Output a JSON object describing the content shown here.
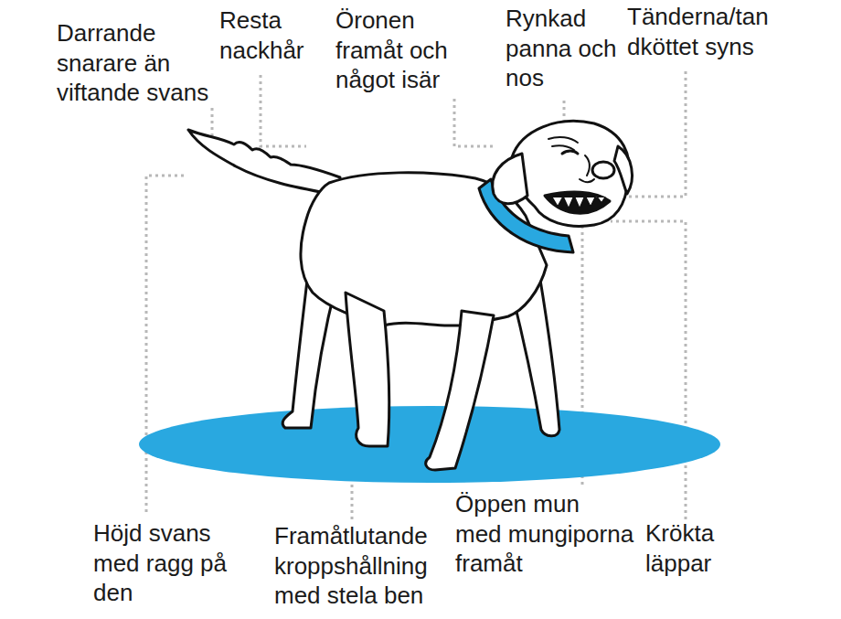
{
  "diagram": {
    "labels": [
      "Darrande snarare än viftande svans",
      "Resta nackhår",
      "Öronen framåt och något isär",
      "Rynkad panna och nos",
      "Tänderna/tandköttet syns",
      "Höjd svans med ragg på den",
      "Framåtlutande kroppshållning med stela ben",
      "Öppen mun med mungiporna framåt",
      "Krökta läppar"
    ]
  }
}
